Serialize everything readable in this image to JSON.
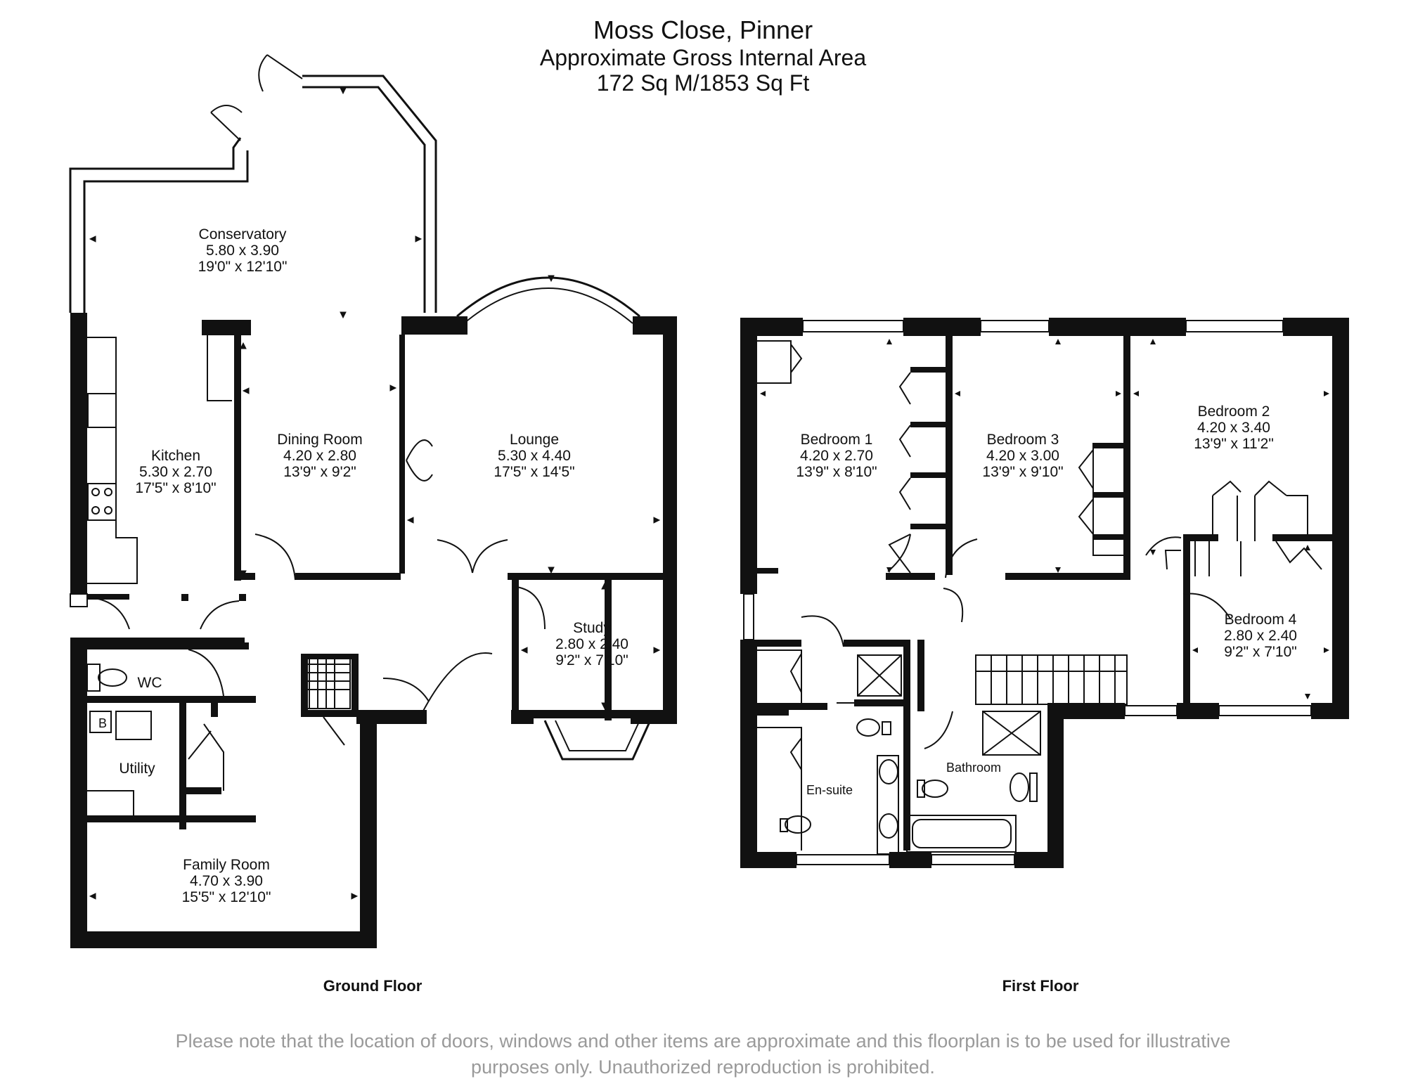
{
  "header": {
    "title": "Moss Close, Pinner",
    "subtitle": "Approximate Gross Internal Area",
    "area": "172 Sq M/1853 Sq Ft"
  },
  "ground_floor": {
    "label": "Ground Floor",
    "rooms": {
      "conservatory": {
        "name": "Conservatory",
        "metric": "5.80 x 3.90",
        "imperial": "19'0\" x 12'10\""
      },
      "kitchen": {
        "name": "Kitchen",
        "metric": "5.30 x 2.70",
        "imperial": "17'5\" x 8'10\""
      },
      "dining": {
        "name": "Dining Room",
        "metric": "4.20 x 2.80",
        "imperial": "13'9\" x 9'2\""
      },
      "lounge": {
        "name": "Lounge",
        "metric": "5.30 x 4.40",
        "imperial": "17'5\" x 14'5\""
      },
      "study": {
        "name": "Study",
        "metric": "2.80 x 2.40",
        "imperial": "9'2\" x 7'10\""
      },
      "wc": {
        "name": "WC"
      },
      "utility": {
        "name": "Utility",
        "boiler": "B"
      },
      "family": {
        "name": "Family Room",
        "metric": "4.70 x 3.90",
        "imperial": "15'5\" x 12'10\""
      }
    }
  },
  "first_floor": {
    "label": "First Floor",
    "rooms": {
      "bed1": {
        "name": "Bedroom 1",
        "metric": "4.20 x 2.70",
        "imperial": "13'9\" x 8'10\""
      },
      "bed3": {
        "name": "Bedroom 3",
        "metric": "4.20 x 3.00",
        "imperial": "13'9\" x 9'10\""
      },
      "bed2": {
        "name": "Bedroom 2",
        "metric": "4.20 x 3.40",
        "imperial": "13'9\" x 11'2\""
      },
      "bed4": {
        "name": "Bedroom 4",
        "metric": "2.80 x 2.40",
        "imperial": "9'2\" x 7'10\""
      },
      "ensuite": {
        "name": "En-suite"
      },
      "bathroom": {
        "name": "Bathroom"
      }
    }
  },
  "disclaimer": {
    "line1": "Please note that the location of doors, windows and other items are approximate and this floorplan is to be used for illustrative",
    "line2": "purposes only. Unauthorized reproduction is prohibited."
  },
  "colors": {
    "wall": "#111111",
    "text": "#111111",
    "disclaimer": "#9a9a9a"
  }
}
